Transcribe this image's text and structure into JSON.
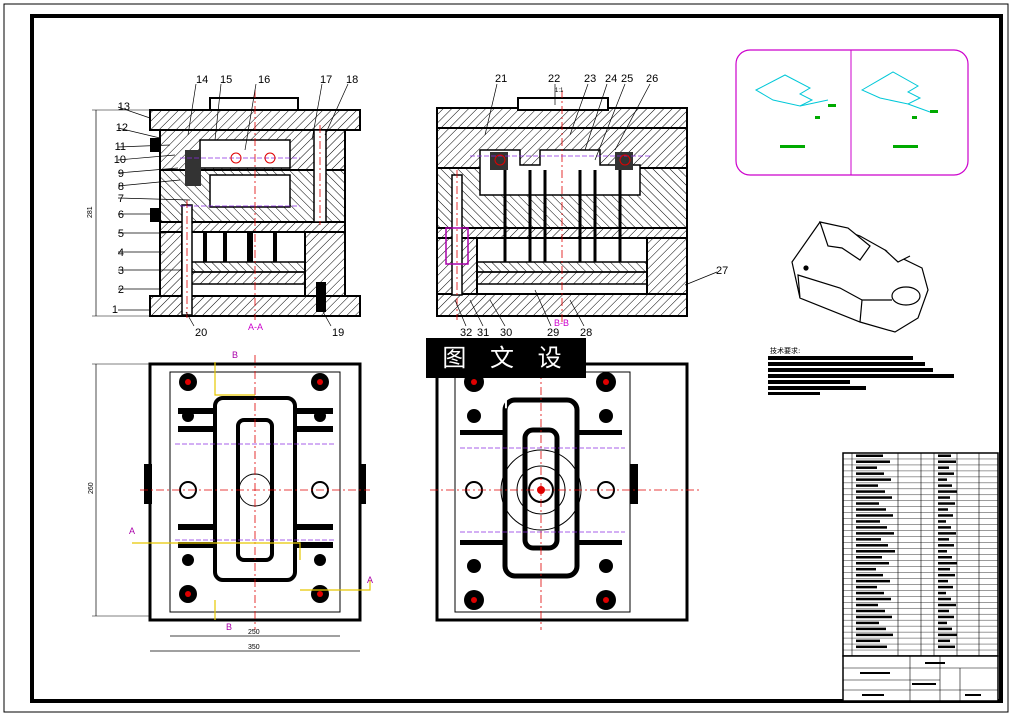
{
  "sheet": {
    "watermark": "图 文 设 计",
    "tech_requirements_title": "技术要求:"
  },
  "views": {
    "front_section_label": "A-A",
    "side_section_label": "B-B",
    "parting_top_label": "1:1",
    "section_markers": [
      "A",
      "B"
    ]
  },
  "part_numbers": [
    "1",
    "2",
    "3",
    "4",
    "5",
    "6",
    "7",
    "8",
    "9",
    "10",
    "11",
    "12",
    "13",
    "14",
    "15",
    "16",
    "17",
    "18",
    "19",
    "20",
    "21",
    "22",
    "23",
    "24",
    "25",
    "26",
    "27",
    "28",
    "29",
    "30",
    "31",
    "32"
  ],
  "dimensions": {
    "front_height": "281",
    "plan_height": "260",
    "plan_width_inner": "250",
    "plan_width_outer": "350"
  },
  "colors": {
    "line": "#000000",
    "center_line": "#e00000",
    "cooling": "#8a2be2",
    "inset_border": "#cc00cc",
    "inset_drawing": "#00c8d8",
    "hidden": "#ff00ff",
    "inset_labels": "#00aa00",
    "callout": "#e6c800",
    "marker": "#aa00aa"
  }
}
